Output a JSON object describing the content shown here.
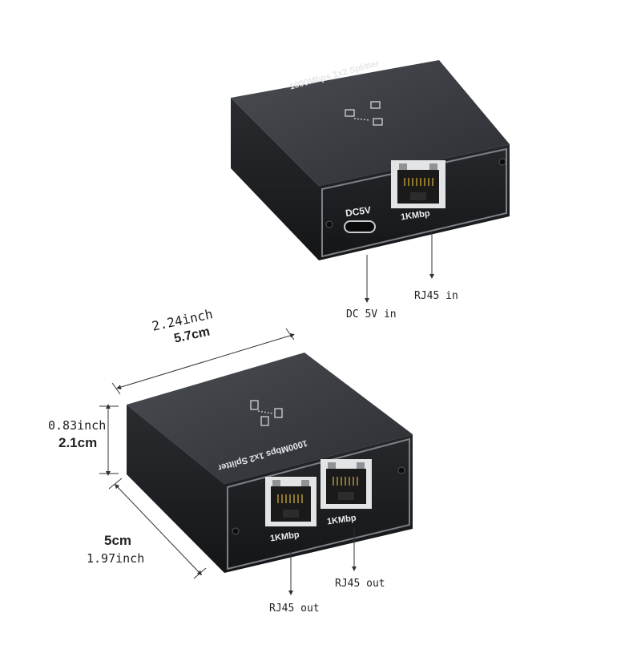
{
  "top_device": {
    "top_print": "1000Mbps 1x2 Splitter",
    "dc_label": "DC5V",
    "port_label": "1KMbp"
  },
  "bottom_device": {
    "top_print": "1000Mbps 1x2 Splitter",
    "port_labels": [
      "1KMbp",
      "1KMbp"
    ]
  },
  "callouts": {
    "dc_in": "DC 5V in",
    "rj45_in": "RJ45 in",
    "rj45_out_left": "RJ45 out",
    "rj45_out_right": "RJ45 out"
  },
  "dimensions": {
    "length_inch": "2.24inch",
    "length_cm": "5.7cm",
    "height_inch": "0.83inch",
    "height_cm": "2.1cm",
    "width_cm": "5cm",
    "width_inch": "1.97inch"
  },
  "colors": {
    "body_top": "#3a3d42",
    "body_side": "#24262a",
    "front_panel": "#1b1c1f",
    "port_silver": "#d9dcdf"
  }
}
